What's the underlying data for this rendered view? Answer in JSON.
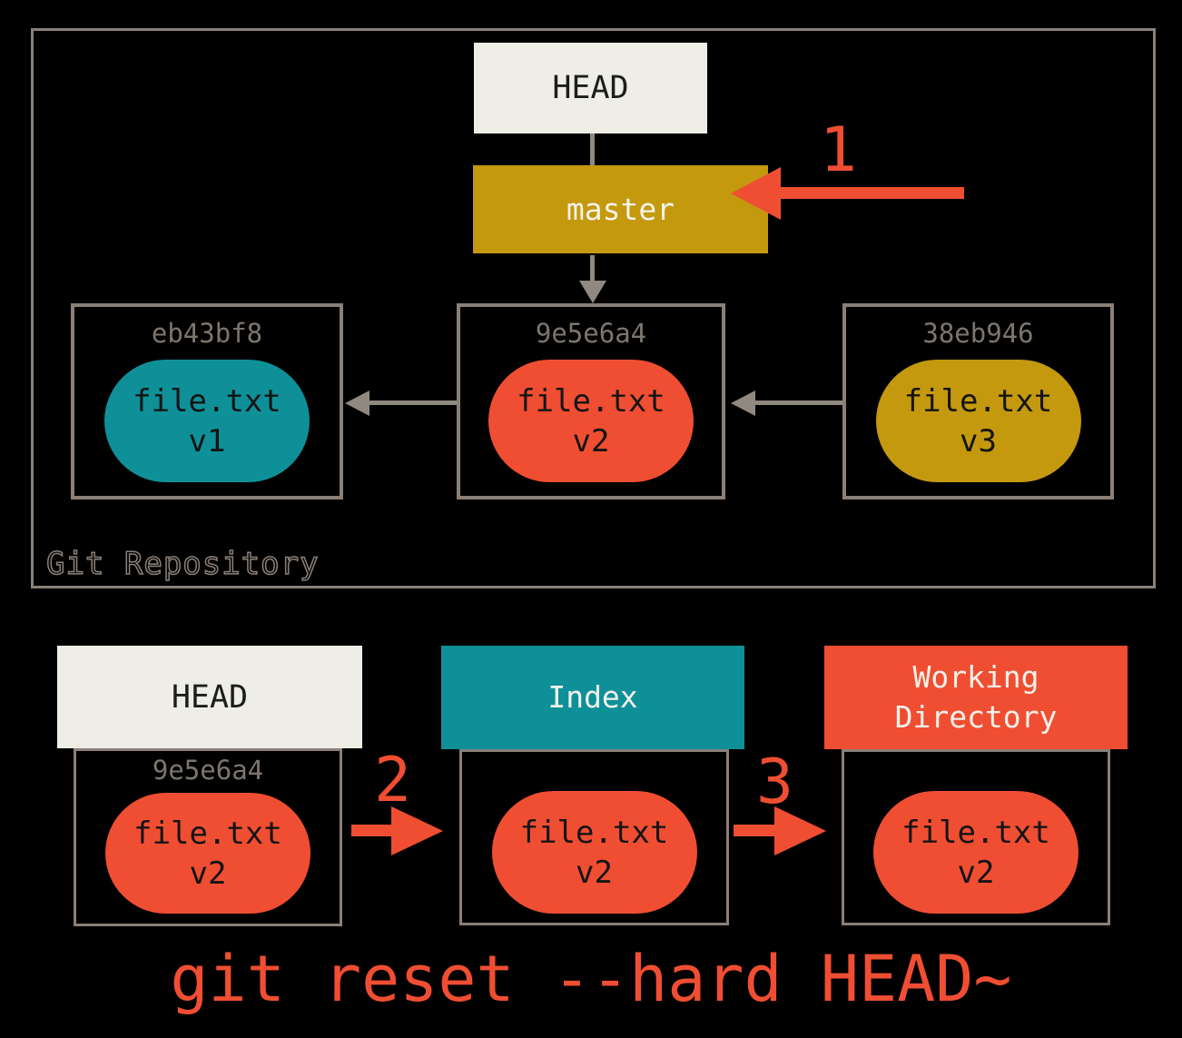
{
  "palette": {
    "background": "#000000",
    "red": "#f04e32",
    "teal": "#0f9099",
    "gold": "#c4990e",
    "cream": "#efeee6",
    "border_gray": "#8a8078",
    "hash_gray": "#7c766e"
  },
  "repository": {
    "label": "Git Repository",
    "head_label": "HEAD",
    "branch_label": "master",
    "commits": [
      {
        "hash": "eb43bf8",
        "file": "file.txt",
        "version": "v1"
      },
      {
        "hash": "9e5e6a4",
        "file": "file.txt",
        "version": "v2"
      },
      {
        "hash": "38eb946",
        "file": "file.txt",
        "version": "v3"
      }
    ]
  },
  "workspace": {
    "head": {
      "title": "HEAD",
      "hash": "9e5e6a4",
      "file": "file.txt",
      "version": "v2"
    },
    "index": {
      "title": "Index",
      "file": "file.txt",
      "version": "v2"
    },
    "working_directory": {
      "title": "Working\nDirectory",
      "file": "file.txt",
      "version": "v2"
    }
  },
  "steps": {
    "one": "1",
    "two": "2",
    "three": "3"
  },
  "caption": "git reset --hard HEAD~"
}
